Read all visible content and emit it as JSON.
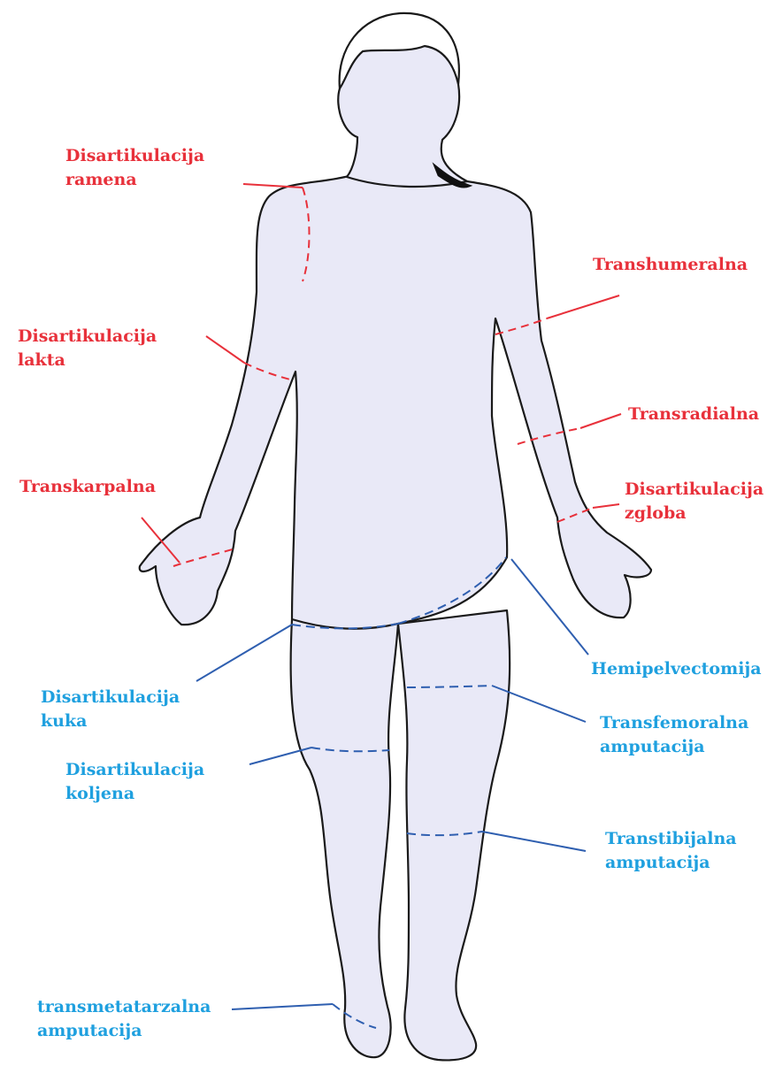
{
  "colors": {
    "upper_limb": "#e8313b",
    "lower_limb": "#1fa0df",
    "lower_limb_line": "#2f5fb0",
    "body_fill": "#e9e9f7",
    "outline": "#1a1a1a"
  },
  "labels": {
    "shoulder": {
      "line1": "Disartikulacija",
      "line2": "ramena"
    },
    "elbow": {
      "line1": "Disartikulacija",
      "line2": "lakta"
    },
    "transcarpal": {
      "line1": "Transkarpalna"
    },
    "transhumeral": {
      "line1": "Transhumeralna"
    },
    "transradial": {
      "line1": "Transradialna"
    },
    "wrist": {
      "line1": "Disartikulacija",
      "line2": "zgloba"
    },
    "hemipelvectomy": {
      "line1": "Hemipelvectomija"
    },
    "hip": {
      "line1": "Disartikulacija",
      "line2": "kuka"
    },
    "transfemoral": {
      "line1": "Transfemoralna",
      "line2": "amputacija"
    },
    "knee": {
      "line1": "Disartikulacija",
      "line2": "koljena"
    },
    "transtibial": {
      "line1": "Transtibijalna",
      "line2": "amputacija"
    },
    "transmetatarsal": {
      "line1": "transmetatarzalna",
      "line2": "amputacija"
    }
  }
}
